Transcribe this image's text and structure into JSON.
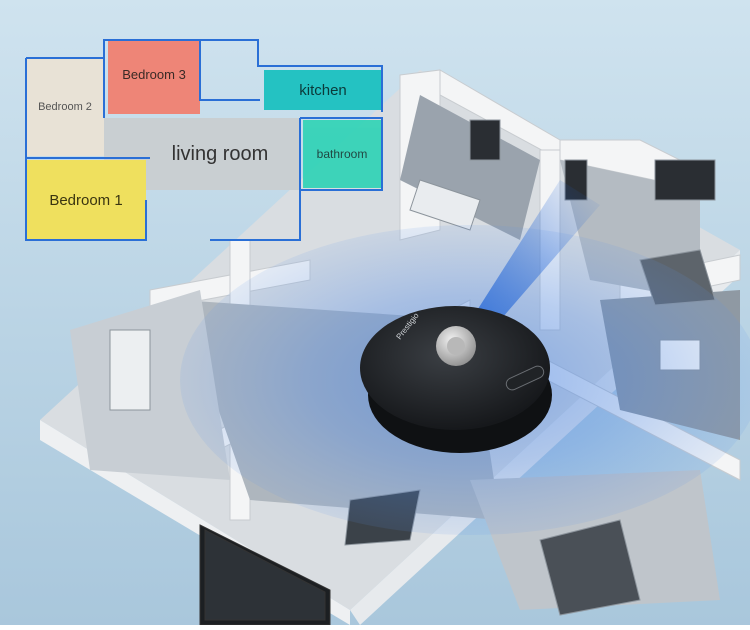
{
  "floorplan": {
    "rooms": {
      "bedroom2": "Bedroom 2",
      "bedroom3": "Bedroom 3",
      "living_room": "living room",
      "kitchen": "kitchen",
      "bathroom": "bathroom",
      "bedroom1": "Bedroom 1"
    },
    "colors": {
      "bedroom2": "#e8e2d6",
      "bedroom3": "#ee8577",
      "living_room": "#c9cfd2",
      "kitchen": "#24c2c2",
      "bathroom": "#2dd3b5",
      "bedroom1": "#efe05e",
      "wall_lines": "#2a6fd6"
    }
  },
  "robot": {
    "brand_text": "Prestigio"
  }
}
